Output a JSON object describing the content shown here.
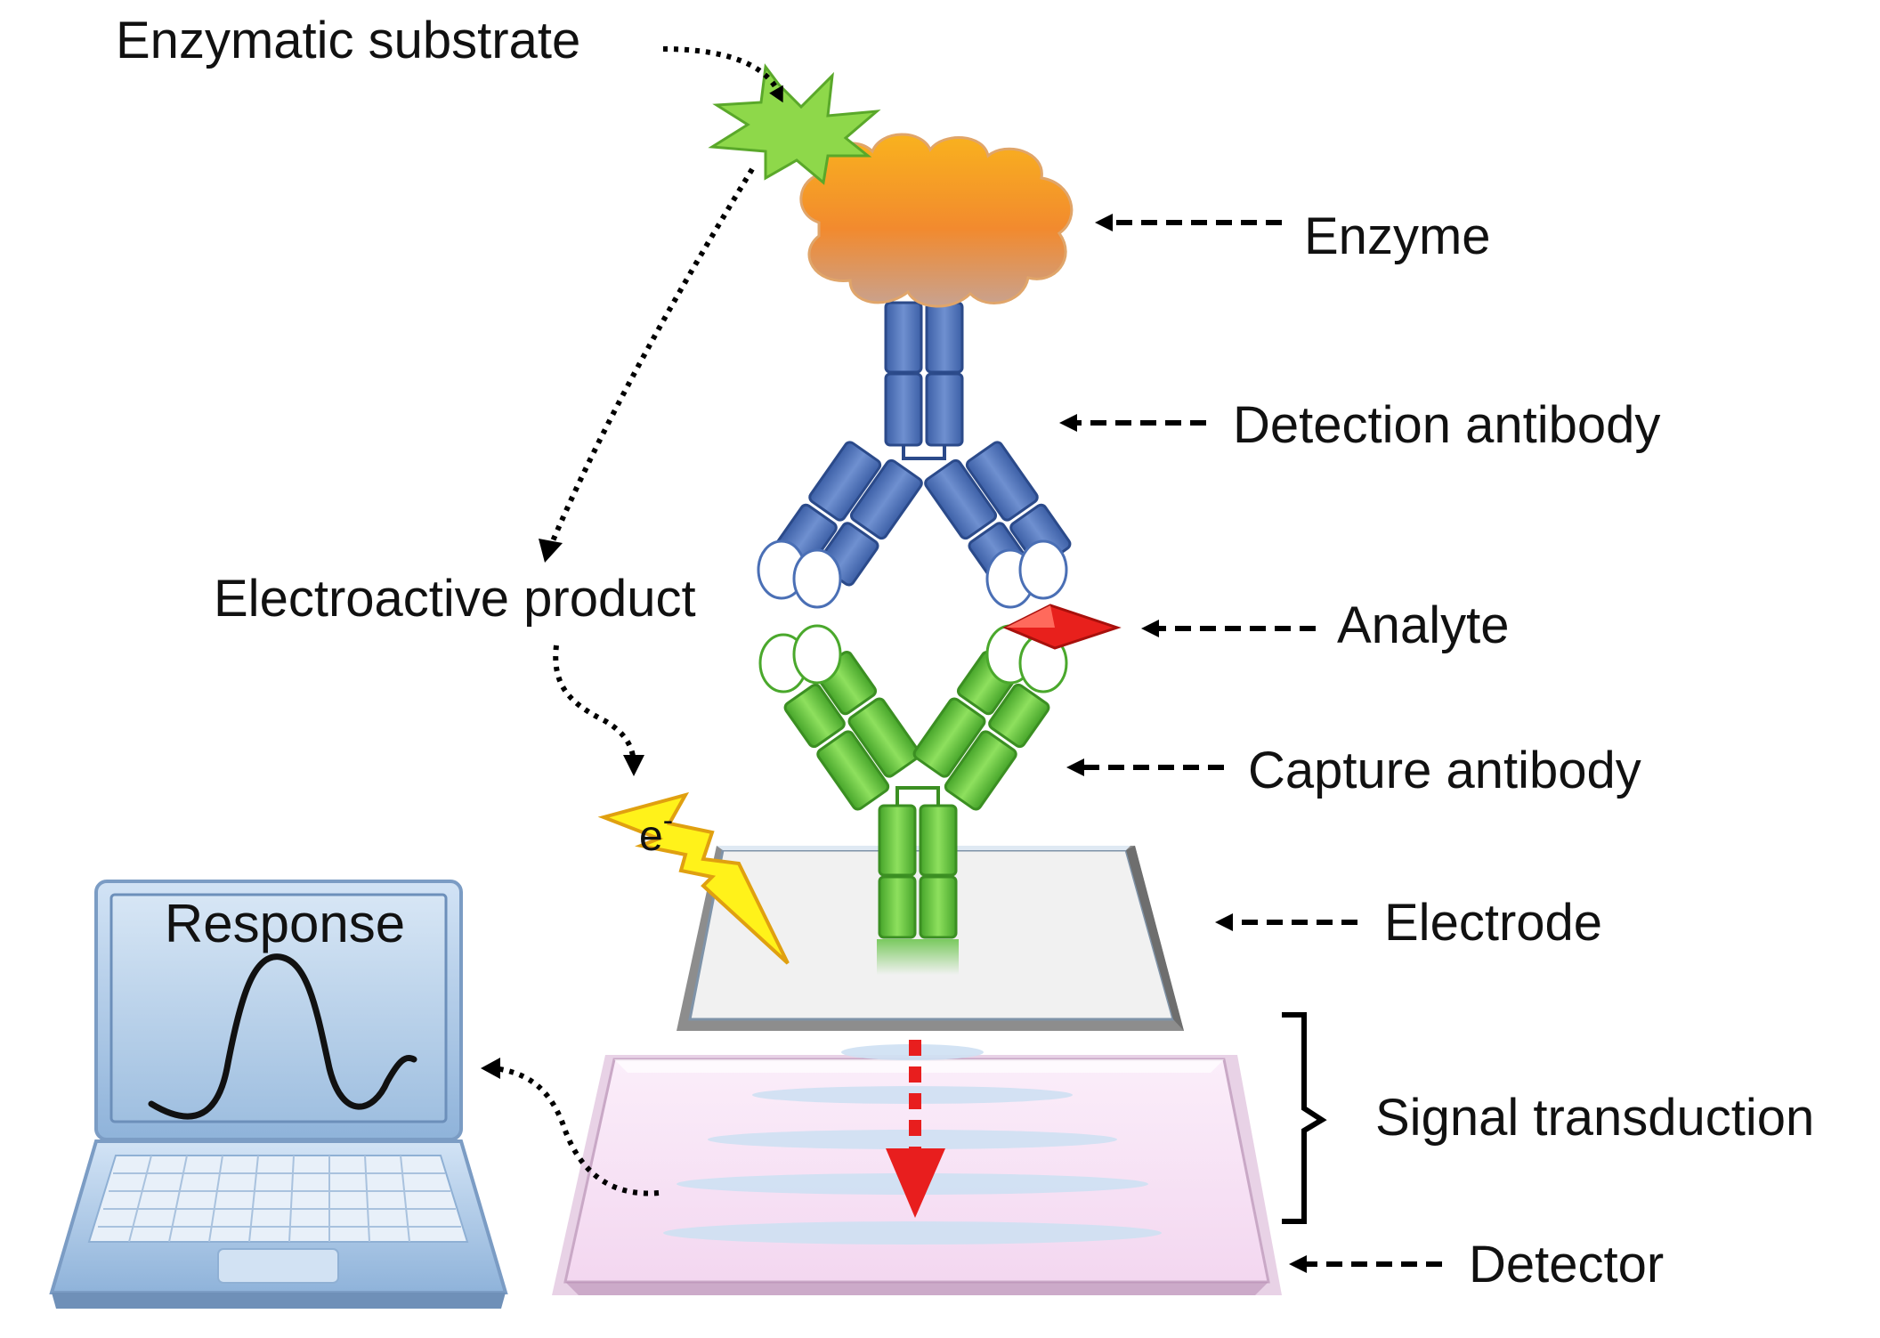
{
  "labels": {
    "enzymatic_substrate": "Enzymatic substrate",
    "enzyme": "Enzyme",
    "detection_antibody": "Detection antibody",
    "electroactive_product": "Electroactive product",
    "analyte": "Analyte",
    "capture_antibody": "Capture antibody",
    "electrode": "Electrode",
    "signal_transduction": "Signal transduction",
    "detector": "Detector",
    "response": "Response",
    "electron": "e",
    "electron_charge": "-"
  },
  "colors": {
    "detection_antibody": "#4a6fb5",
    "capture_antibody": "#5cbf3a",
    "enzyme": "#f28a2e",
    "substrate": "#8ed84a",
    "analyte": "#e8201c",
    "electron_bolt": "#fff21a",
    "signal_arrow": "#e81e1e",
    "detector": "#f9e8f7",
    "electrode": "#eeeeee",
    "laptop": "#a8c6e6"
  }
}
